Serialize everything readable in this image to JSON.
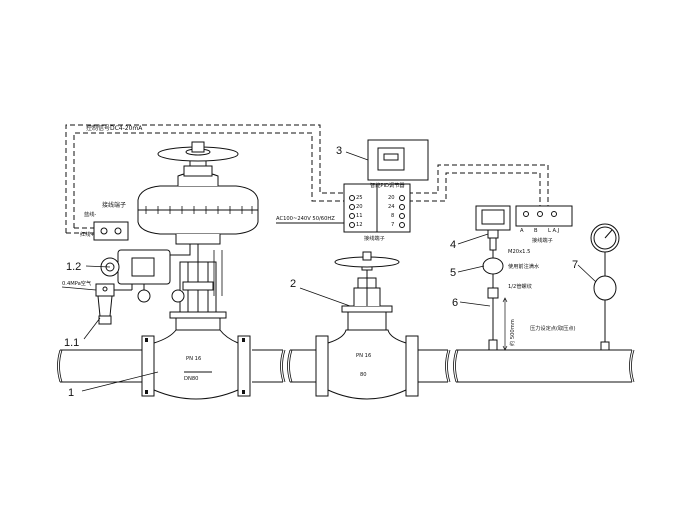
{
  "labels": {
    "control_signal": "控制信号DC4-20mA",
    "junction_box_valve": "接线端子",
    "red_wire": "红线+",
    "blue_wire": "蓝线-",
    "air_supply": "0.4MPa空气",
    "pn_valve1": "PN 16",
    "dn_valve1": "DN80",
    "pn_valve2": "PN 16",
    "dn_valve2": "80",
    "pid_title": "智能PID调节器",
    "terminal_block": "接线端子",
    "power": "AC100~240V 50/60HZ",
    "thread": "M20x1.5",
    "water_note": "使用前注满水",
    "pipe_thread": "1/2管螺纹",
    "length": "约 500mm",
    "pressure_point": "压力设定点(取压点)",
    "transmitter_box_label": "接线端子",
    "term_a": "A",
    "term_b": "B",
    "term_l": "L A.J"
  },
  "terminals_left": [
    "25",
    "20",
    "11",
    "12"
  ],
  "terminals_right": [
    "20",
    "24",
    "8",
    "7"
  ],
  "callouts": [
    "1",
    "1.1",
    "1.2",
    "2",
    "3",
    "4",
    "5",
    "6",
    "7"
  ]
}
